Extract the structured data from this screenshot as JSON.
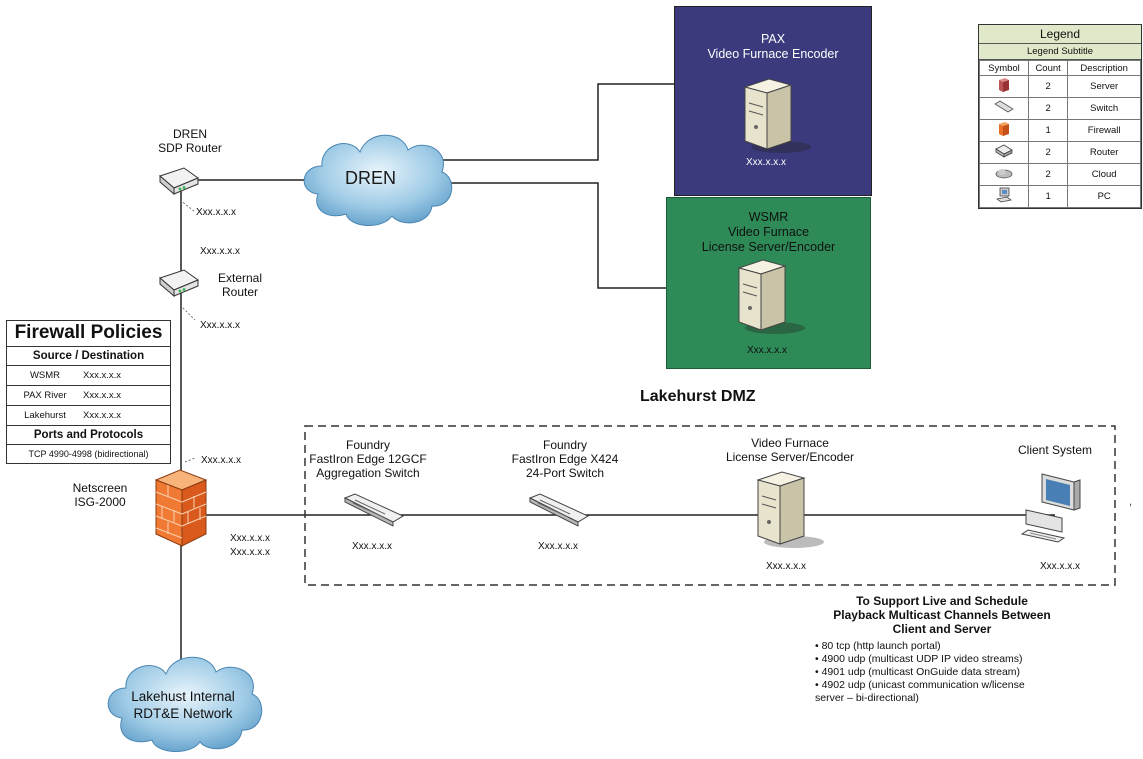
{
  "diagram_title": "Lakehurst DMZ",
  "nodes": {
    "dren_router": {
      "label_line1": "DREN",
      "label_line2": "SDP Router",
      "ip": "Xxx.x.x.x"
    },
    "external_router": {
      "label_line1": "External",
      "label_line2": "Router",
      "ip_top": "Xxx.x.x.x",
      "ip_bottom": "Xxx.x.x.x"
    },
    "dren_cloud": {
      "label": "DREN"
    },
    "pax": {
      "line1": "PAX",
      "line2": "Video Furnace Encoder",
      "ip": "Xxx.x.x.x",
      "color": "#3a3a7c"
    },
    "wsmr": {
      "line1": "WSMR",
      "line2": "Video Furnace",
      "line3": "License Server/Encoder",
      "ip": "Xxx.x.x.x",
      "color": "#2e8b57"
    },
    "netscreen": {
      "label_line1": "Netscreen",
      "label_line2": "ISG-2000",
      "ip_top": "Xxx.x.x.x",
      "ip_right1": "Xxx.x.x.x",
      "ip_right2": "Xxx.x.x.x"
    },
    "agg_switch": {
      "line1": "Foundry",
      "line2": "FastIron Edge 12GCF",
      "line3": "Aggregation Switch",
      "ip": "Xxx.x.x.x"
    },
    "port_switch": {
      "line1": "Foundry",
      "line2": "FastIron Edge X424",
      "line3": "24-Port Switch",
      "ip": "Xxx.x.x.x"
    },
    "vf_server": {
      "line1": "Video Furnace",
      "line2": "License Server/Encoder",
      "ip": "Xxx.x.x.x"
    },
    "client": {
      "label": "Client System",
      "ip": "Xxx.x.x.x"
    },
    "internal_cloud": {
      "line1": "Lakehust Internal",
      "line2": "RDT&E Network"
    }
  },
  "firewall_policies": {
    "title": "Firewall Policies",
    "source_header": "Source / Destination",
    "rows": [
      {
        "name": "WSMR",
        "ip": "Xxx.x.x.x"
      },
      {
        "name": "PAX River",
        "ip": "Xxx.x.x.x"
      },
      {
        "name": "Lakehurst",
        "ip": "Xxx.x.x.x"
      }
    ],
    "ports_header": "Ports and Protocols",
    "ports": "TCP 4990-4998 (bidirectional)"
  },
  "legend": {
    "title": "Legend",
    "subtitle": "Legend Subtitle",
    "columns": [
      "Symbol",
      "Count",
      "Description"
    ],
    "rows": [
      {
        "icon": "server-icon",
        "count": "2",
        "description": "Server"
      },
      {
        "icon": "switch-icon",
        "count": "2",
        "description": "Switch"
      },
      {
        "icon": "firewall-icon",
        "count": "1",
        "description": "Firewall"
      },
      {
        "icon": "router-icon",
        "count": "2",
        "description": "Router"
      },
      {
        "icon": "cloud-icon",
        "count": "2",
        "description": "Cloud"
      },
      {
        "icon": "pc-icon",
        "count": "1",
        "description": "PC"
      }
    ]
  },
  "notes": {
    "heading_line1": "To Support Live and Schedule",
    "heading_line2": "Playback Multicast Channels Between",
    "heading_line3": "Client and Server",
    "bullets": [
      "• 80 tcp (http launch portal)",
      "• 4900 udp (multicast UDP IP video streams)",
      "• 4901 udp (multicast OnGuide data stream)",
      "• 4902 udp (unicast communication w/license",
      "server – bi-directional)"
    ]
  },
  "stray_mark": ","
}
